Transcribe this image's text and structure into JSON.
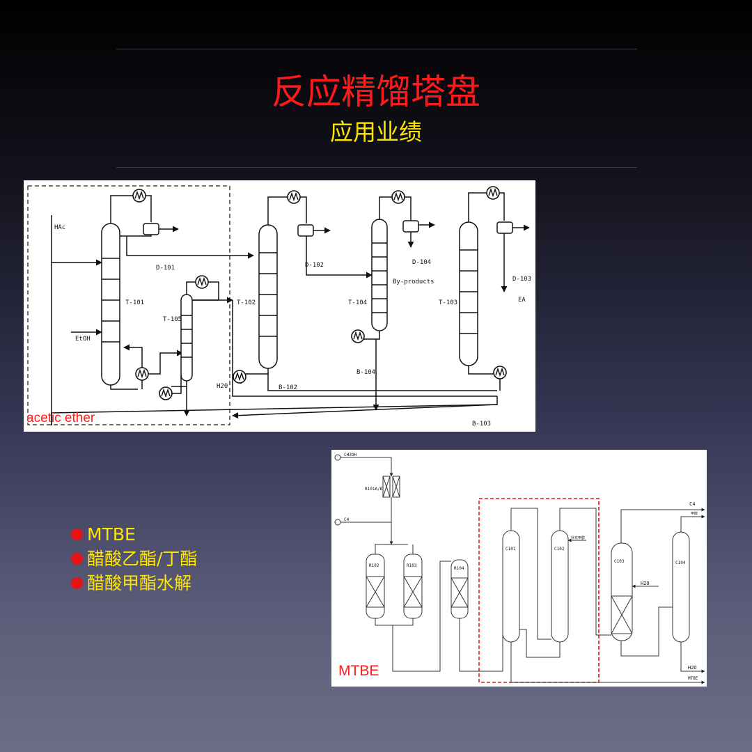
{
  "slide": {
    "title": "反应精馏塔盘",
    "subtitle": "应用业绩"
  },
  "colors": {
    "title": "#ff1a1a",
    "subtitle": "#ffe600",
    "bullet_text": "#ffe600",
    "bullet_dot": "#e41414",
    "caption": "#ff1a1a"
  },
  "diagram_acetic": {
    "caption": "acetic ether",
    "labels": {
      "hac": "HAc",
      "etoh": "EtOH",
      "t101": "T-101",
      "d101": "D-101",
      "t105": "T-105",
      "h2o": "H20",
      "t102": "T-102",
      "d102": "D-102",
      "b102": "B-102",
      "t104": "T-104",
      "d104": "D-104",
      "byproducts": "By-products",
      "b104": "B-104",
      "t103": "T-103",
      "d103": "D-103",
      "ea": "EA",
      "b103": "B-103"
    }
  },
  "diagram_mtbe": {
    "caption": "MTBE",
    "labels": {
      "ch3oh": "CH3OH",
      "r101": "R101A/B",
      "c4_in": "C4",
      "r102": "R102",
      "r103": "R103",
      "r104": "R104",
      "c101": "C101",
      "c102": "C102",
      "c103": "C103",
      "c104": "C104",
      "h2o_in": "H2O",
      "c4_out": "C4",
      "methanol_out": "甲醇",
      "reflux_note": "补充甲醇",
      "h2o_out": "H2O",
      "mtbe_out": "MTBE"
    }
  },
  "bullets": [
    {
      "text": "MTBE"
    },
    {
      "text": "醋酸乙酯/丁酯"
    },
    {
      "text": "醋酸甲酯水解"
    }
  ]
}
